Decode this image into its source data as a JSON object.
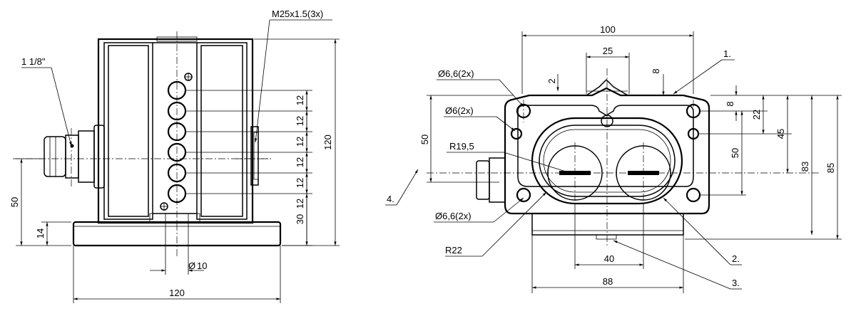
{
  "left_view": {
    "pipe_thread": "1 1/8\"",
    "thread_label": "M25x1.5(3x)",
    "dim_120_height": "120",
    "dim_12": [
      "12",
      "12",
      "12",
      "12",
      "12",
      "12"
    ],
    "dim_30": "30",
    "dim_50": "50",
    "dim_14": "14",
    "dim_10": "10",
    "diameter_symbol": "Ø",
    "dim_120_width": "120"
  },
  "right_view": {
    "dim_100": "100",
    "dim_25": "25",
    "dim_2": "2",
    "dim_8_top": "8",
    "hole_66_top": "Ø6,6(2x)",
    "hole_6": "Ø6(2x)",
    "radius_195": "R19,5",
    "hole_66_bottom": "Ø6,6(2x)",
    "radius_22": "R22",
    "dim_50_left": "50",
    "dim_8_right": "8",
    "dim_22": "22",
    "dim_45": "45",
    "dim_50_inner": "50",
    "dim_83": "83",
    "dim_85": "85",
    "dim_40": "40",
    "dim_88": "88",
    "callouts": [
      "1.",
      "2.",
      "3.",
      "4."
    ]
  }
}
